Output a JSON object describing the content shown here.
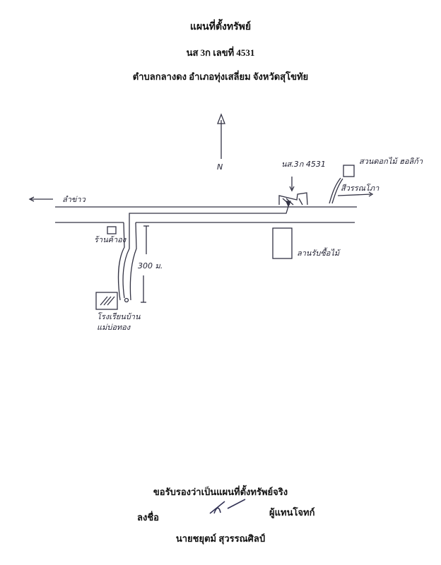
{
  "header": {
    "title": "แผนที่ตั้งทรัพย์",
    "deed": "นส 3ก เลขที่ 4531",
    "location": "ตำบลกลางดง อำเภอทุ่งเสลี่ยม จังหวัดสุโขทัย"
  },
  "map": {
    "north": "N",
    "west_label": "ลำข่าว",
    "property_label": "นส.3ก 4531",
    "garden_label": "สวนดอกไม้ ฮอลิก้า",
    "road_label": "สีวรรณโภา",
    "lumber_label": "ลานรับซื้อไม้",
    "shop_label": "ร้านค้าอง",
    "distance_label": "300 ม.",
    "school_label_1": "โรงเรียนบ้าน",
    "school_label_2": "แม่บ่อทอง"
  },
  "footer": {
    "certify": "ขอรับรองว่าเป็นแผนที่ตั้งทรัพย์จริง",
    "sign_label": "ลงชื่อ",
    "role": "ผู้แทนโจทก์",
    "name": "นายชยุตม์ สุวรรณศิลป์"
  }
}
